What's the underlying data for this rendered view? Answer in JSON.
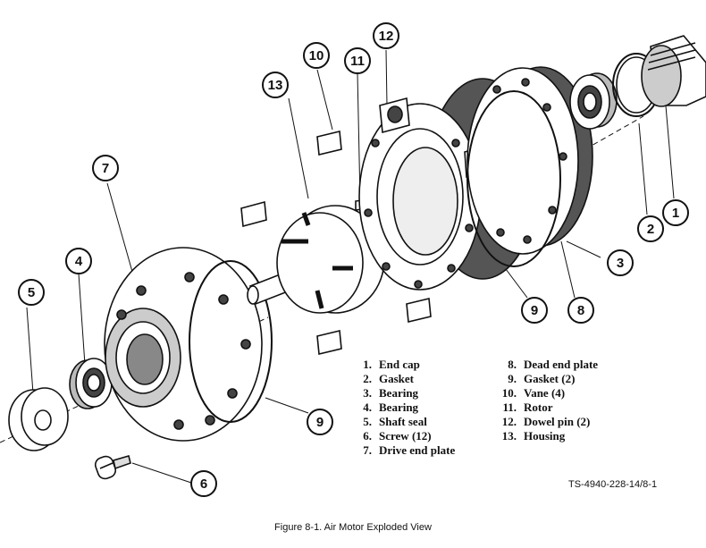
{
  "parts": [
    {
      "num": "1.",
      "name": "End cap"
    },
    {
      "num": "2.",
      "name": "Gasket"
    },
    {
      "num": "3.",
      "name": "Bearing"
    },
    {
      "num": "4.",
      "name": "Bearing"
    },
    {
      "num": "5.",
      "name": "Shaft seal"
    },
    {
      "num": "6.",
      "name": "Screw (12)"
    },
    {
      "num": "7.",
      "name": "Drive end plate"
    },
    {
      "num": "8.",
      "name": "Dead end plate"
    },
    {
      "num": "9.",
      "name": "Gasket (2)"
    },
    {
      "num": "10.",
      "name": "Vane (4)"
    },
    {
      "num": "11.",
      "name": "Rotor"
    },
    {
      "num": "12.",
      "name": "Dowel pin (2)"
    },
    {
      "num": "13.",
      "name": "Housing"
    }
  ],
  "callouts": [
    "1",
    "2",
    "3",
    "4",
    "5",
    "6",
    "7",
    "8",
    "9",
    "9",
    "10",
    "11",
    "12",
    "13"
  ],
  "drawing_number": "TS-4940-228-14/8-1",
  "caption": "Figure 8-1. Air Motor Exploded View"
}
